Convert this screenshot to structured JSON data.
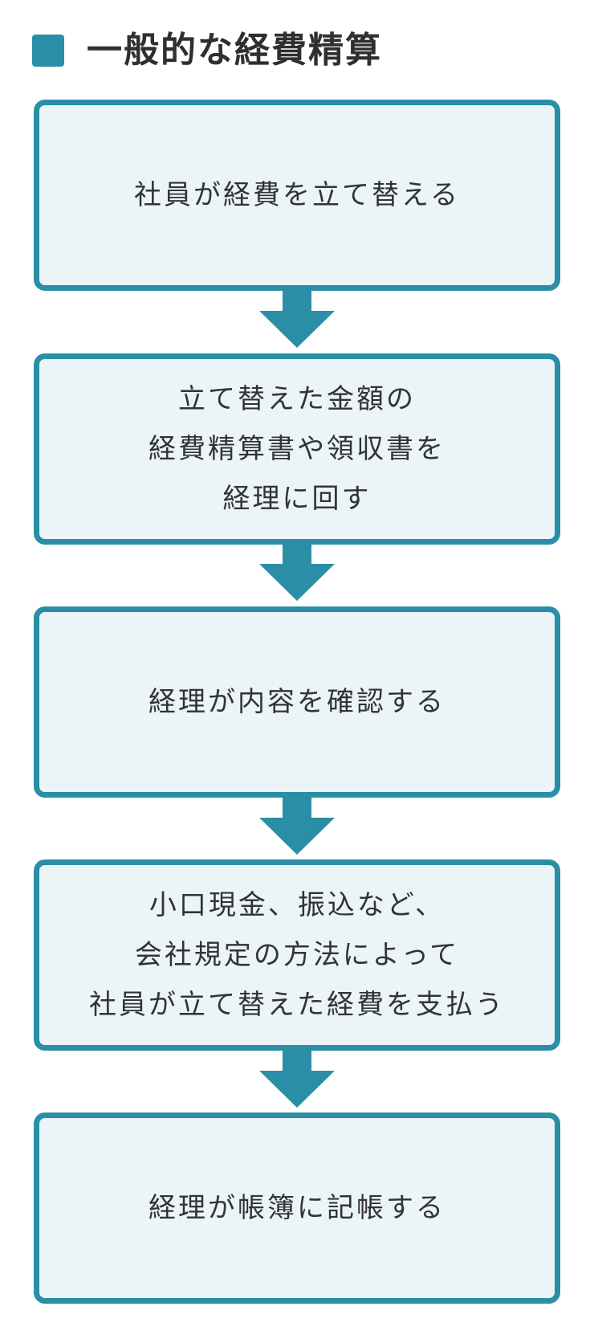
{
  "title": "一般的な経費精算",
  "colors": {
    "accent": "#2a8fa6",
    "box_fill": "#ebf4f7",
    "text": "#333333"
  },
  "steps": [
    {
      "text": "社員が経費を立て替える"
    },
    {
      "text": "立て替えた金額の\n経費精算書や領収書を\n経理に回す"
    },
    {
      "text": "経理が内容を確認する"
    },
    {
      "text": "小口現金、振込など、\n会社規定の方法によって\n社員が立て替えた経費を支払う"
    },
    {
      "text": "経理が帳簿に記帳する"
    }
  ]
}
